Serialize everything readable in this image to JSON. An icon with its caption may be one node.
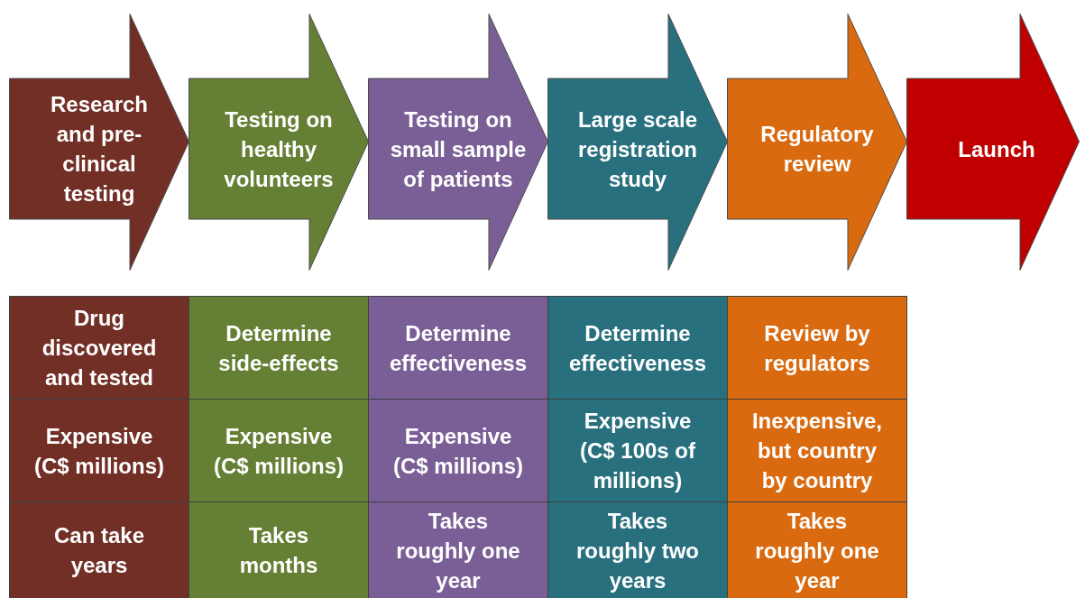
{
  "diagram": {
    "nodes": [
      {
        "text": [
          "Research and pre-clinical testing"
        ]
      },
      {
        "text": [
          "Testing on healthy volunteers"
        ]
      },
      {
        "text": [
          "Testing on small sample of patients"
        ]
      },
      {
        "text": [
          "Large scale registration study"
        ]
      },
      {
        "text": [
          "Regulatory review"
        ]
      },
      {
        "text": [
          "Launch"
        ]
      },
      {
        "text": [
          "Drug discovered and tested"
        ]
      },
      {
        "text": [
          "Determine side-effects"
        ]
      },
      {
        "text": [
          "Determine effectiveness"
        ]
      },
      {
        "text": [
          "Determine effectiveness"
        ]
      },
      {
        "text": [
          "Review by regulators"
        ]
      },
      {
        "text": [
          "Expensive (C$ millions)"
        ]
      },
      {
        "text": [
          "Expensive (C$ millions)"
        ]
      },
      {
        "text": [
          "Expensive (C$ millions)"
        ]
      },
      {
        "text": [
          "Expensive (C$ 100s of millions)"
        ]
      },
      {
        "text": [
          "Inexpensive, but country by country"
        ]
      },
      {
        "text": [
          "Can take years"
        ]
      },
      {
        "text": [
          "Takes months"
        ]
      },
      {
        "text": [
          "Takes roughly one year"
        ]
      },
      {
        "text": [
          "Takes roughly two years"
        ]
      },
      {
        "text": [
          "Takes roughly one year"
        ]
      }
    ]
  }
}
